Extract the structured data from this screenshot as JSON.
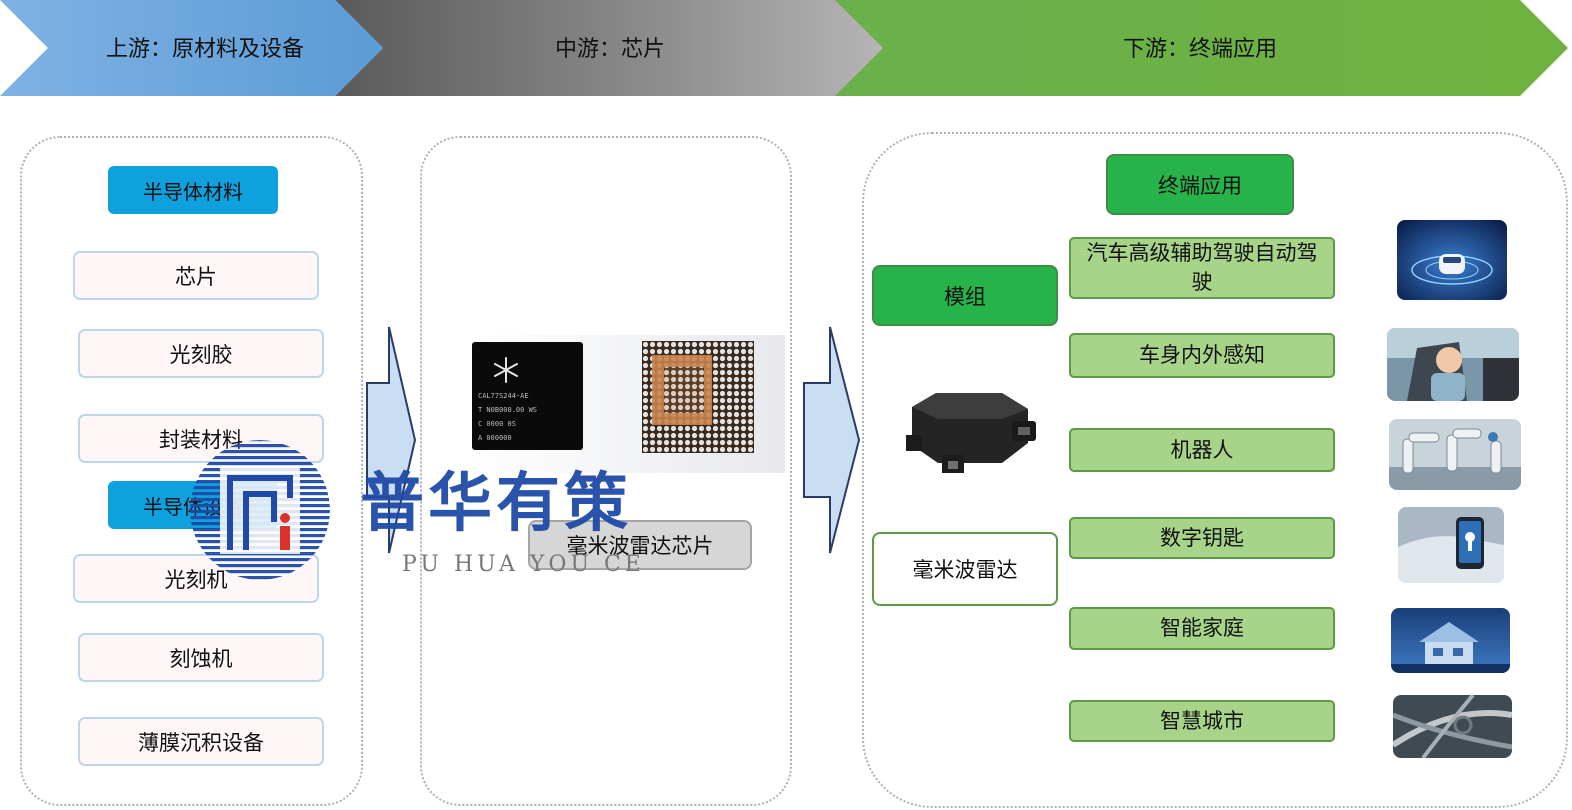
{
  "header": {
    "upstream": "上游：原材料及设备",
    "midstream": "中游：芯片",
    "downstream": "下游：终端应用",
    "colors": {
      "upstream": "#5b9bd5",
      "midstream": "#8a8a8a",
      "downstream": "#6ab04c"
    }
  },
  "upstream": {
    "materials_title": "半导体材料",
    "materials": [
      "芯片",
      "光刻胶",
      "封装材料"
    ],
    "equipment_title": "半导体设备",
    "equipment": [
      "光刻机",
      "刻蚀机",
      "薄膜沉积设备"
    ]
  },
  "midstream": {
    "chip_marking": [
      "CAL77S244-AE",
      "T N0B000.00 WS",
      "C 0000 0S",
      "A 000000"
    ],
    "chip_label": "毫米波雷达芯片"
  },
  "downstream": {
    "title": "终端应用",
    "module": "模组",
    "radar": "毫米波雷达",
    "applications": [
      {
        "label": "汽车高级辅助驾驶自动驾驶",
        "icon": "autonomous-car-icon"
      },
      {
        "label": "车身内外感知",
        "icon": "child-seat-icon"
      },
      {
        "label": "机器人",
        "icon": "robot-arm-icon"
      },
      {
        "label": "数字钥匙",
        "icon": "digital-key-icon"
      },
      {
        "label": "智能家庭",
        "icon": "smart-home-icon"
      },
      {
        "label": "智慧城市",
        "icon": "smart-city-icon"
      }
    ]
  },
  "watermark": {
    "name": "普华有策",
    "pinyin": "PU HUA YOU CE"
  }
}
